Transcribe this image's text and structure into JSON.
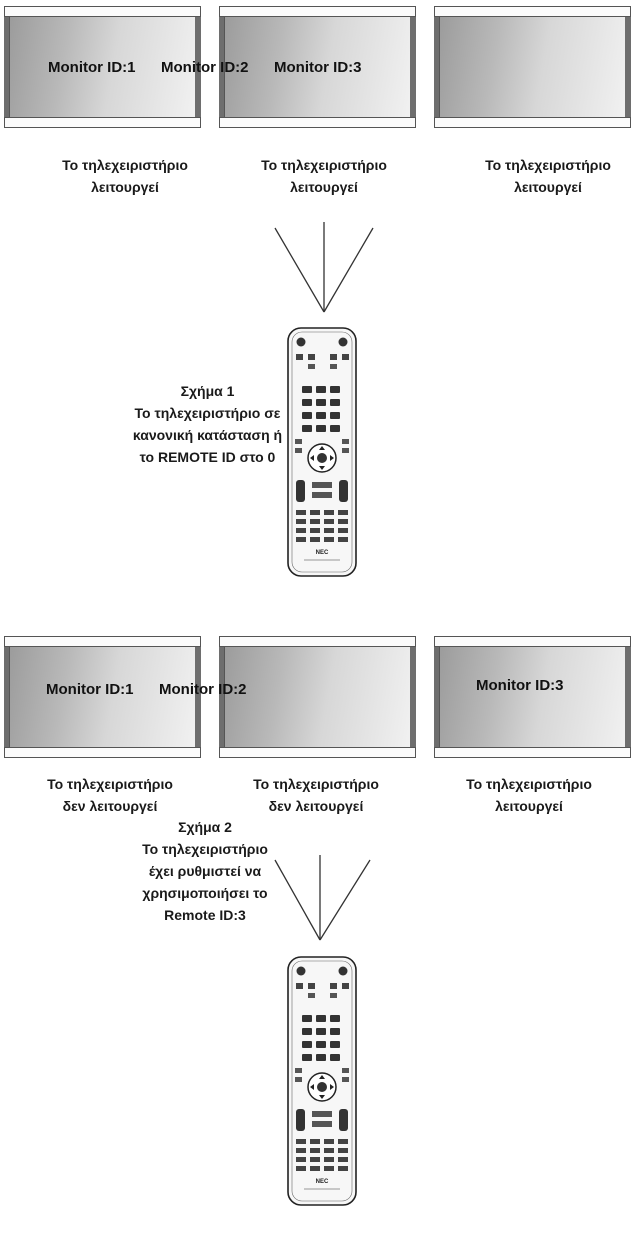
{
  "figure1": {
    "monitors": [
      {
        "label": "Monitor ID:1",
        "status": [
          "Το τηλεχειριστήριο",
          "λειτουργεί"
        ]
      },
      {
        "label": "Monitor ID:2",
        "status": [
          "Το τηλεχειριστήριο",
          "λειτουργεί"
        ]
      },
      {
        "label": "Monitor ID:3",
        "status": [
          "Το τηλεχειριστήριο",
          "λειτουργεί"
        ]
      }
    ],
    "caption": [
      "Σχήμα 1",
      "Το τηλεχειριστήριο σε",
      "κανονική κατάσταση ή",
      "το REMOTE ID στο 0"
    ]
  },
  "figure2": {
    "monitors": [
      {
        "label": "Monitor ID:1",
        "status": [
          "Το τηλεχειριστήριο",
          "δεν λειτουργεί"
        ]
      },
      {
        "label": "Monitor ID:2",
        "status": [
          "Το τηλεχειριστήριο",
          "δεν λειτουργεί"
        ]
      },
      {
        "label": "Monitor ID:3",
        "status": [
          "Το τηλεχειριστήριο",
          "λειτουργεί"
        ]
      }
    ],
    "caption": [
      "Σχήμα 2",
      "Το τηλεχειριστήριο",
      "έχει ρυθμιστεί να",
      "χρησιμοποιήσει το",
      "Remote ID:3"
    ]
  },
  "remote_logo": "NEC"
}
